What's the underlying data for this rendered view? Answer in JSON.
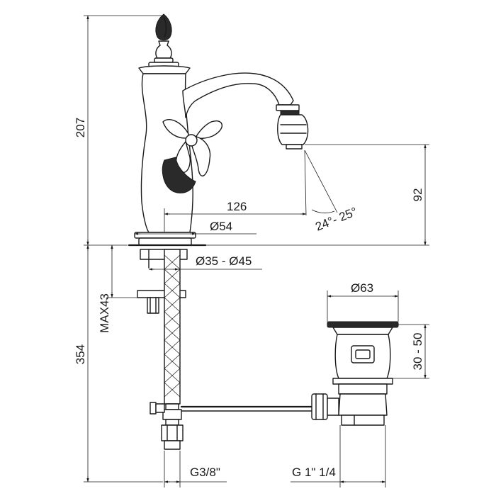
{
  "dimensions": {
    "total_height_upper": "207",
    "total_height_lower": "354",
    "spout_reach": "126",
    "base_diameter": "Ø54",
    "hole_diameter": "Ø35 - Ø45",
    "spout_height": "92",
    "spray_angle": "24°- 25°",
    "max_counter_thickness": "MAX43",
    "waste_diameter": "Ø63",
    "waste_height": "30 - 50",
    "inlet_thread": "G3/8\"",
    "waste_thread": "G 1\" 1/4"
  }
}
